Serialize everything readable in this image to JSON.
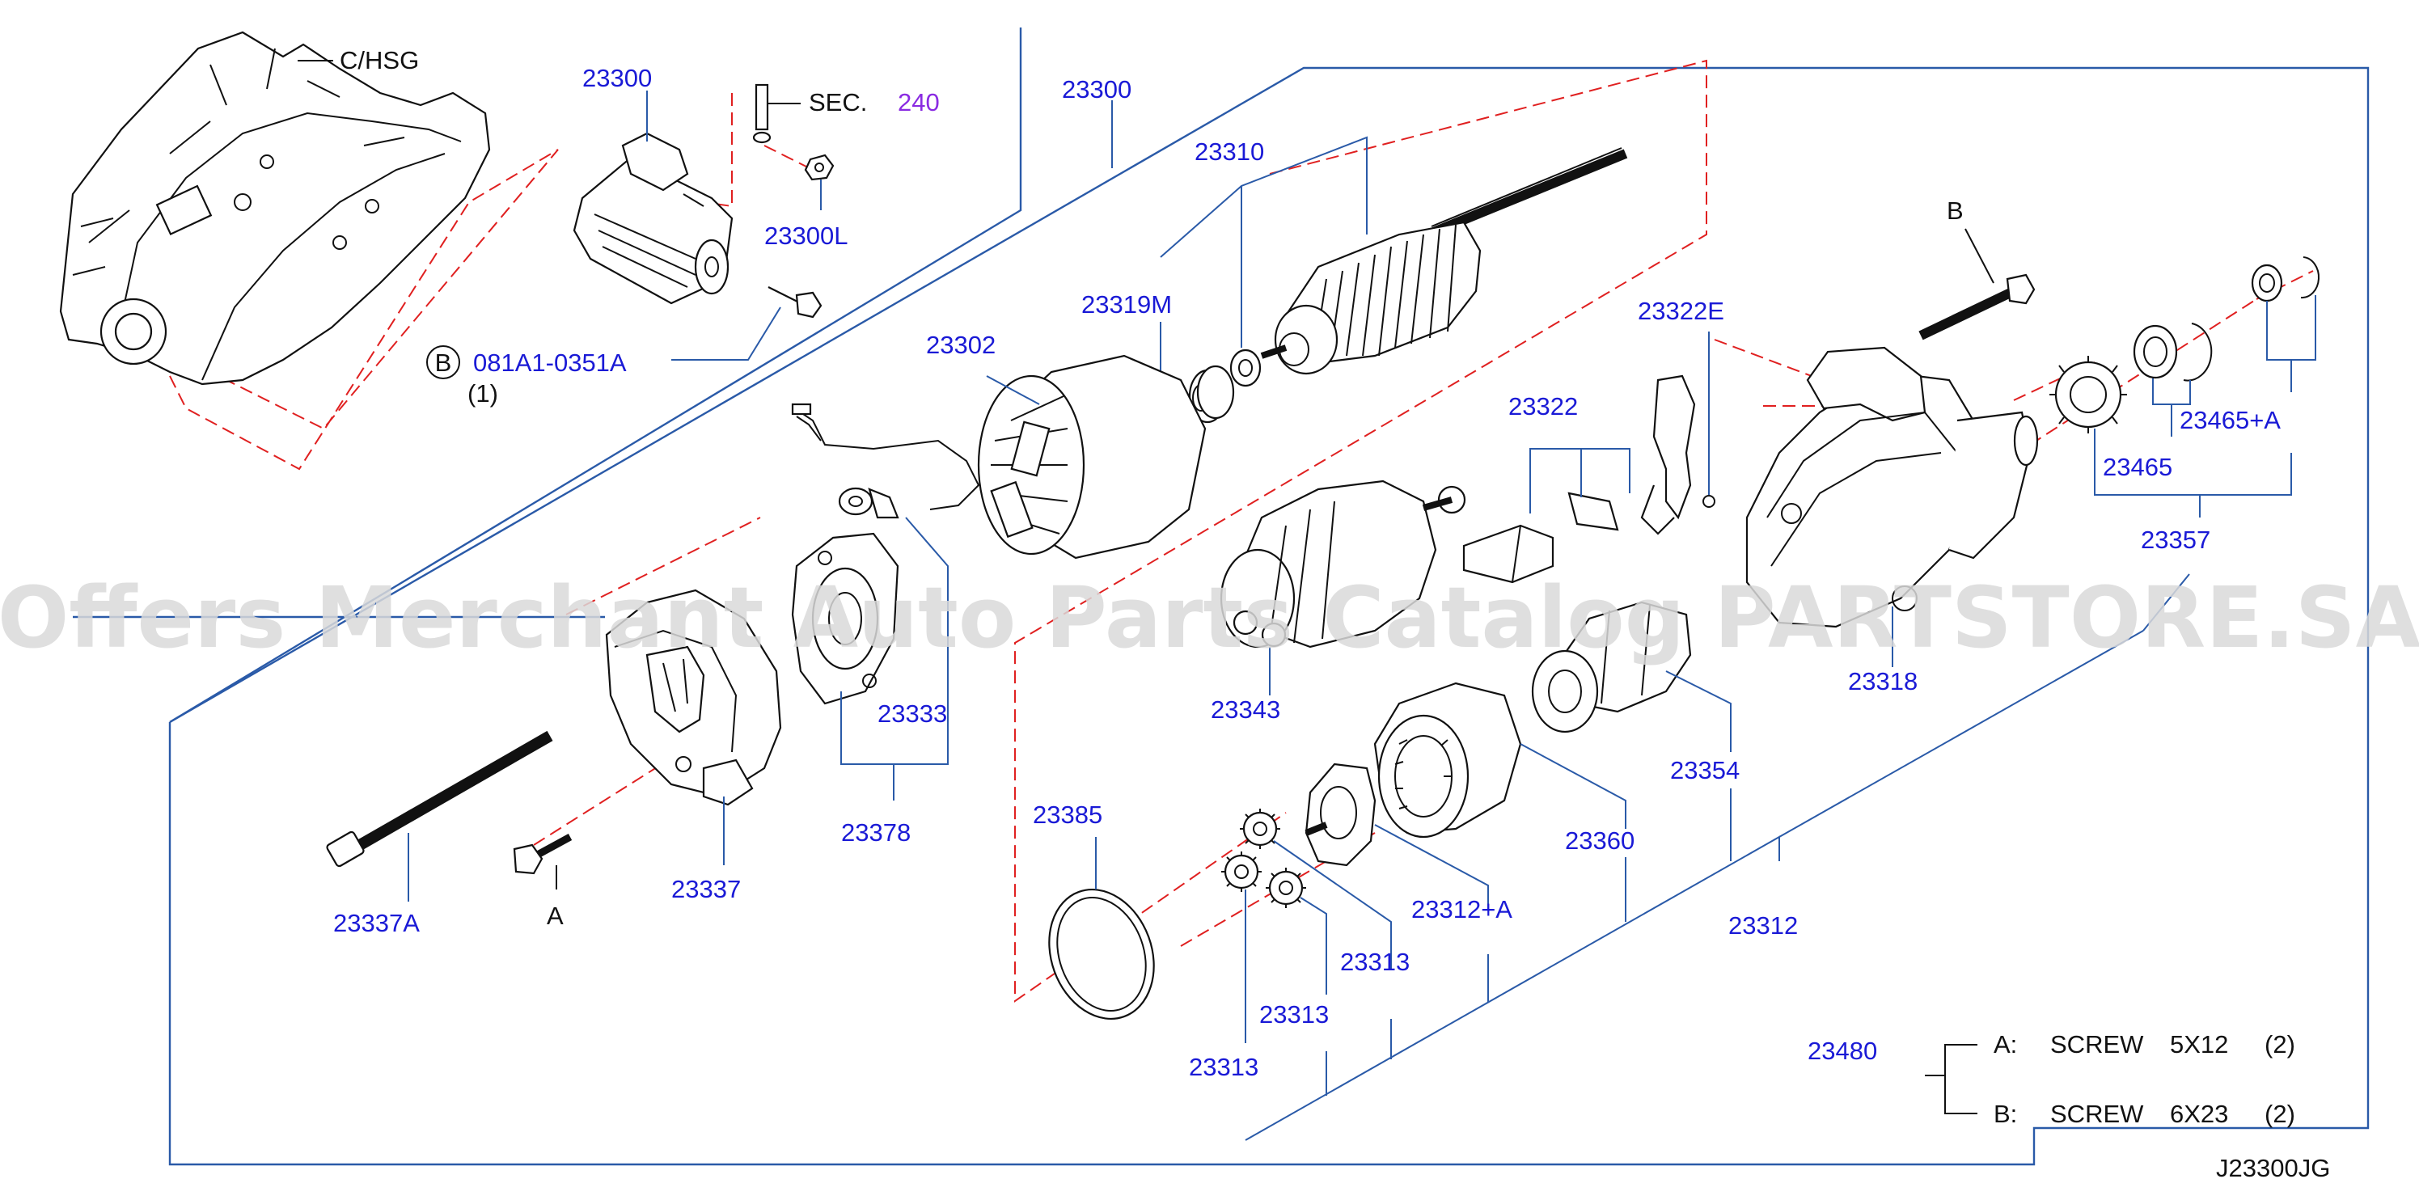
{
  "watermark": "Offers Merchant Auto Parts Catalog PARTSTORE.SA",
  "diagram_code": "J23300JG",
  "labels": {
    "c_hsg": "C/HSG",
    "sec": "SEC.",
    "sec_num": "240",
    "p23300_top": "23300",
    "p23300L": "23300L",
    "bolt_circle": "B",
    "bolt_part": "081A1-0351A",
    "bolt_qty": "(1)",
    "p23300_main": "23300",
    "p23310": "23310",
    "p23319M": "23319M",
    "p23302": "23302",
    "p23322E": "23322E",
    "p23322": "23322",
    "p23333": "23333",
    "p23378": "23378",
    "p23343": "23343",
    "p23337": "23337",
    "p23337A": "23337A",
    "ref_a": "A",
    "ref_b": "B",
    "p23385": "23385",
    "p23318": "23318",
    "p23354": "23354",
    "p23360": "23360",
    "p23312A": "23312+A",
    "p23312": "23312",
    "p23313_1": "23313",
    "p23313_2": "23313",
    "p23313_3": "23313",
    "p23465A": "23465+A",
    "p23465": "23465",
    "p23357": "23357",
    "p23480": "23480"
  },
  "legend": [
    {
      "key": "A:",
      "name": "SCREW",
      "size": "5X12",
      "qty": "(2)"
    },
    {
      "key": "B:",
      "name": "SCREW",
      "size": "6X23",
      "qty": "(2)"
    }
  ]
}
